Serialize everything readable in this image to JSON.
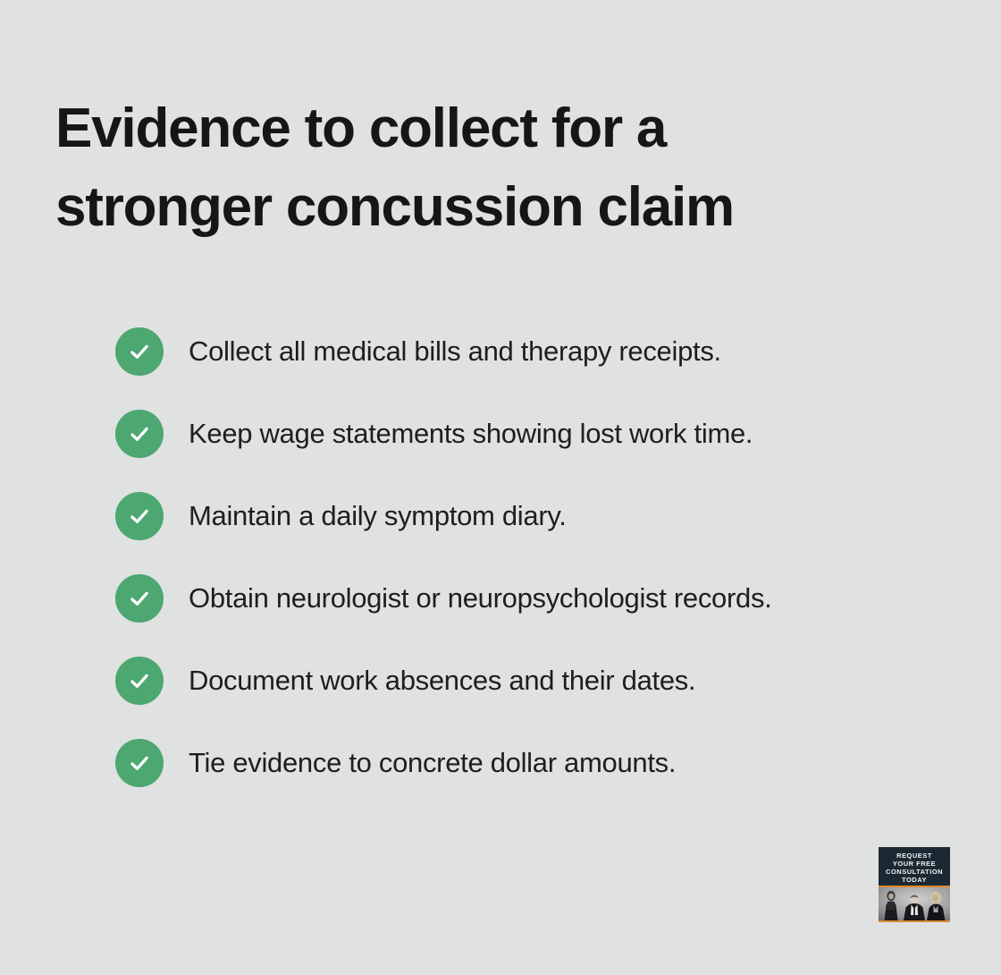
{
  "page": {
    "background_color": "#e0e1e1",
    "text_color": "#1e1e1e"
  },
  "title": {
    "line1": "Evidence to collect for a",
    "line2": "stronger concussion claim",
    "full": "Evidence to collect for a stronger concussion claim"
  },
  "checklist": {
    "check_icon": "checkmark-icon",
    "check_circle_color": "#4ca771",
    "check_mark_color": "#ffffff",
    "items": [
      {
        "label": "Collect all medical bills and therapy receipts."
      },
      {
        "label": "Keep wage statements showing lost work time."
      },
      {
        "label": "Maintain a daily symptom diary."
      },
      {
        "label": "Obtain neurologist or neuropsychologist records."
      },
      {
        "label": "Document work absences and their dates."
      },
      {
        "label": "Tie evidence to concrete dollar amounts."
      }
    ]
  },
  "cta_badge": {
    "lines": [
      "REQUEST",
      "YOUR FREE",
      "CONSULTATION",
      "TODAY"
    ],
    "full_text": "REQUEST YOUR FREE CONSULTATION TODAY",
    "background_color": "#1c2933",
    "accent_color": "#dd8a30",
    "text_color": "#edf1f3",
    "photo": "three-attorneys-grayscale-photo"
  }
}
